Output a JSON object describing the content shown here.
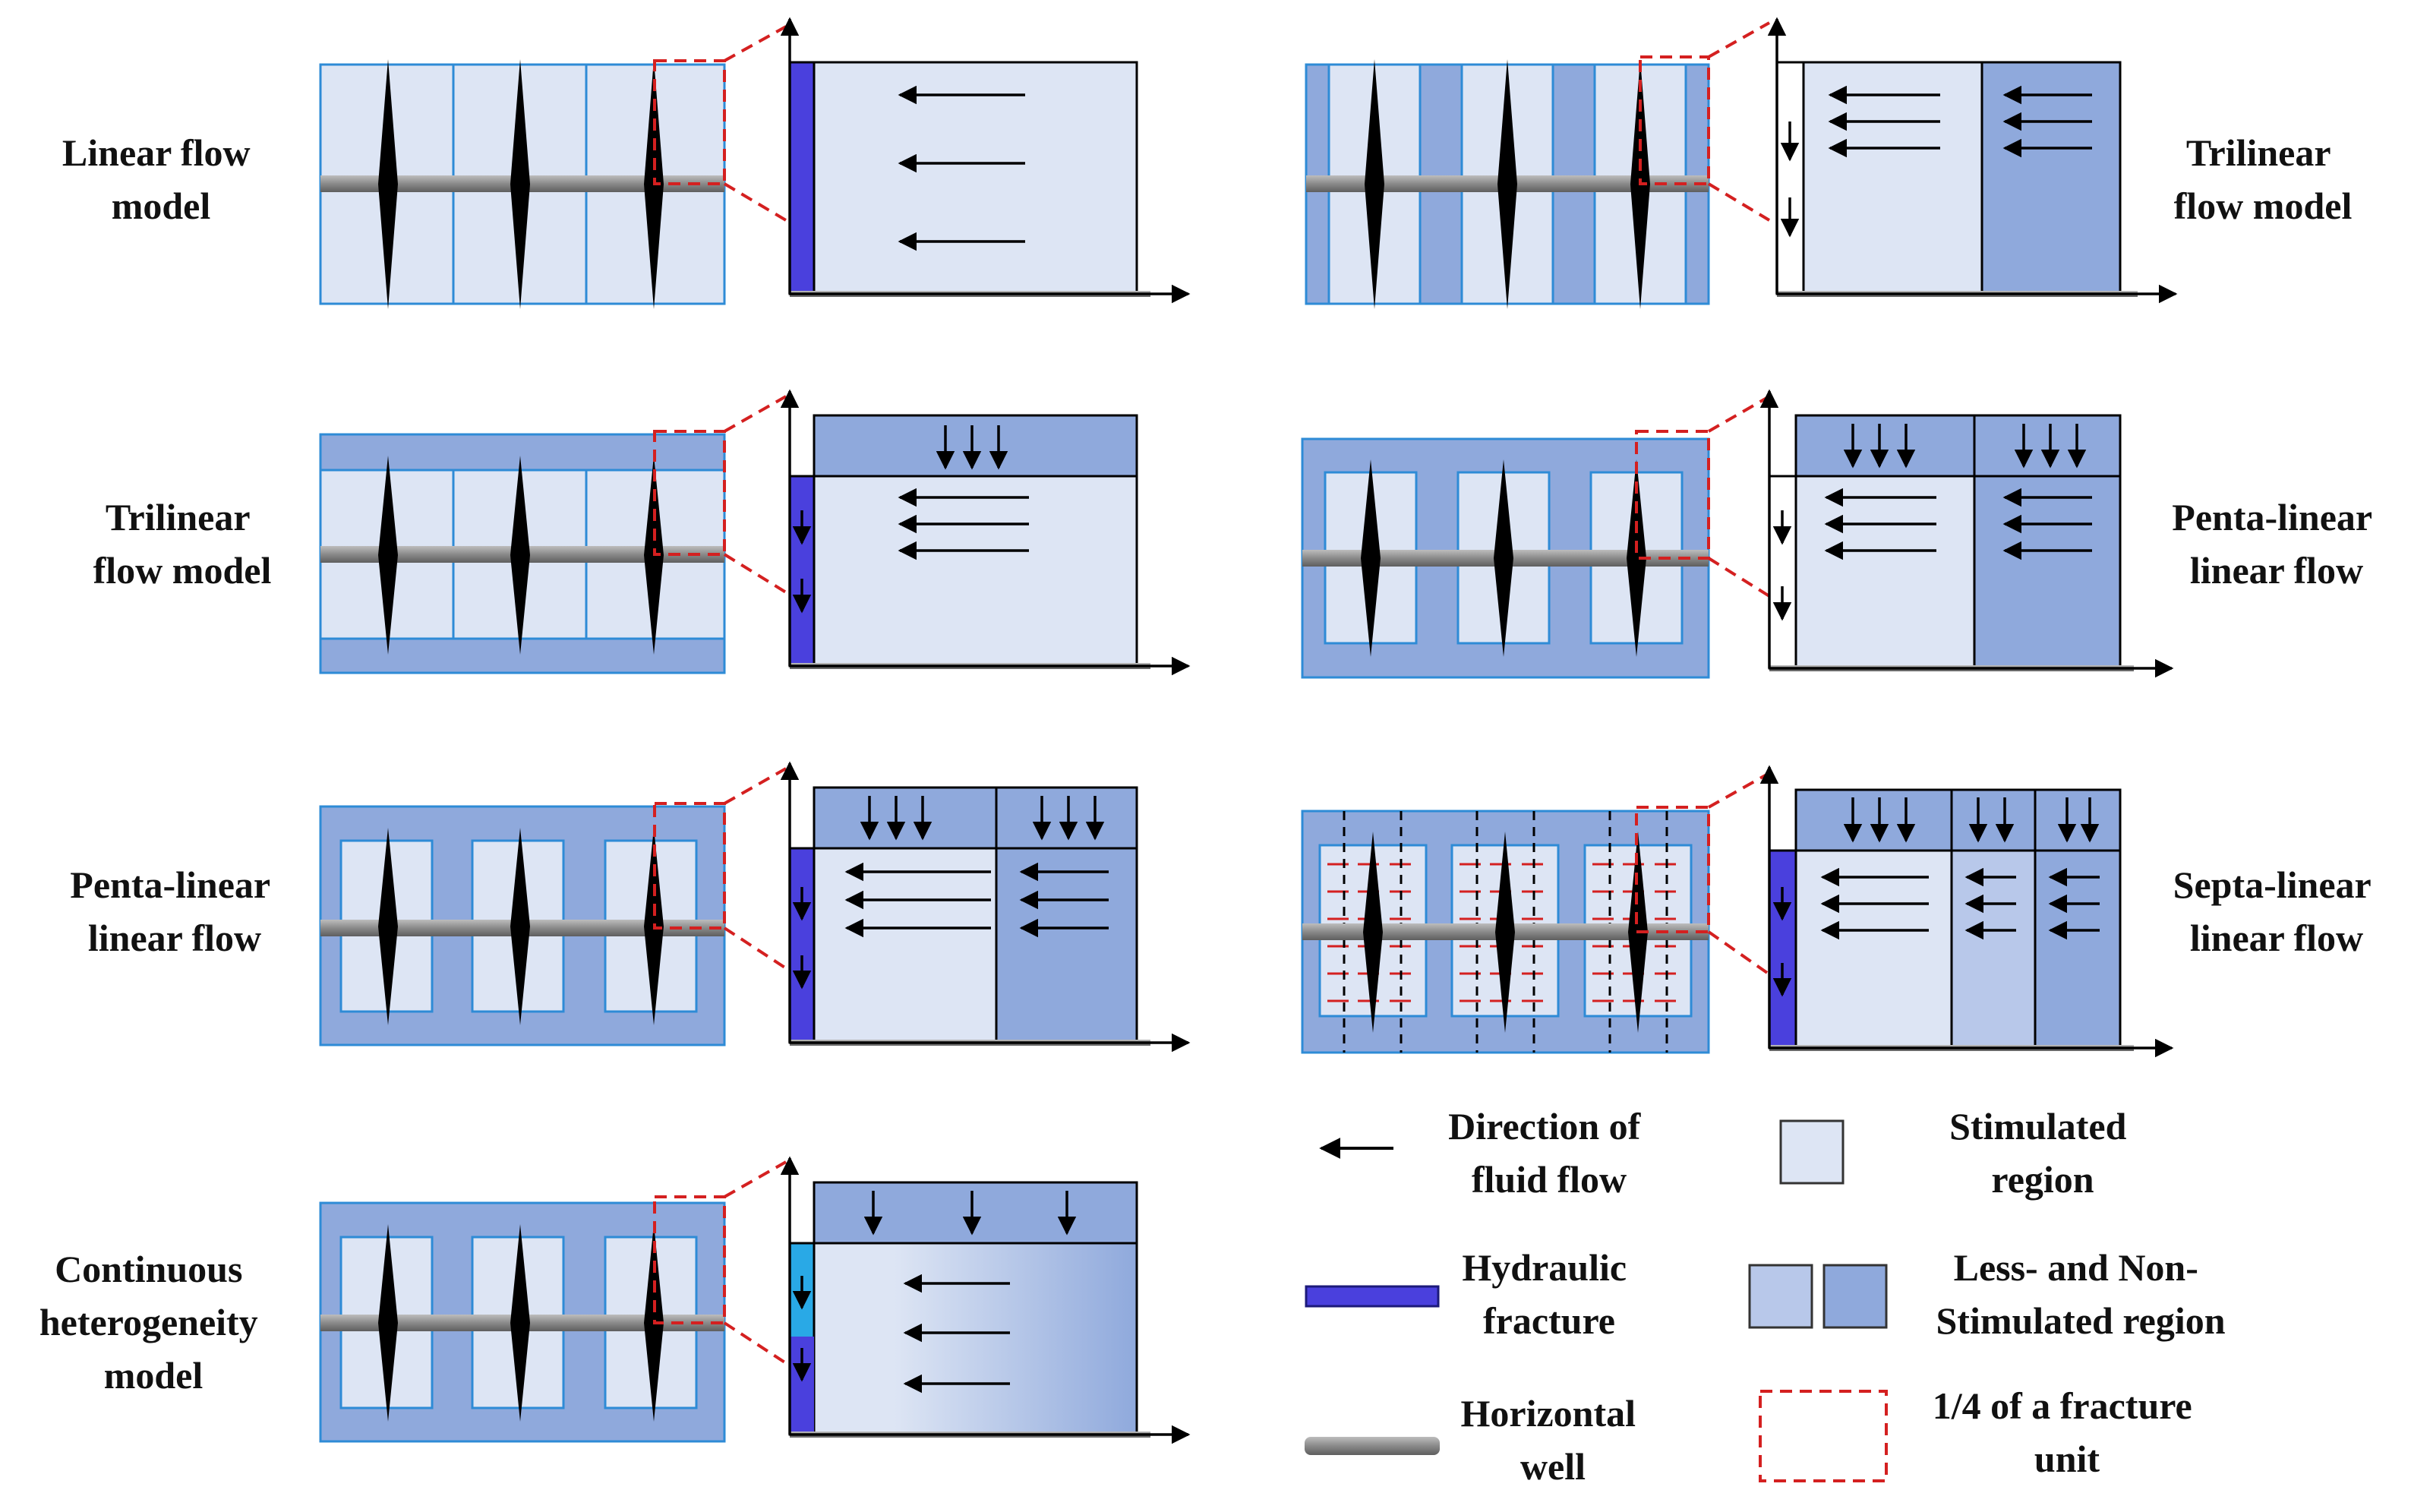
{
  "colors": {
    "stimulated": "#dde5f4",
    "less_stimulated": "#b8c8ea",
    "non_stimulated": "#8fa9dc",
    "fracture_bar": "#4a40dd",
    "fracture_bar_light": "#29a9e6",
    "well": "#8a8a8a",
    "outline": "#2e8bd6",
    "dashed": "#d42020",
    "ink": "#000000"
  },
  "panels": [
    {
      "id": "linear",
      "label_lines": [
        "Linear flow",
        "model"
      ]
    },
    {
      "id": "trilinear",
      "label_lines": [
        "Trilinear",
        "flow model"
      ]
    },
    {
      "id": "pentalinear",
      "label_lines": [
        "Penta-linear",
        "linear flow"
      ]
    },
    {
      "id": "heterogeneity",
      "label_lines": [
        "Continuous",
        "heterogeneity",
        "model"
      ]
    },
    {
      "id": "trilinear-right",
      "label_lines": [
        "Trilinear",
        "flow model"
      ]
    },
    {
      "id": "pentalinear-right",
      "label_lines": [
        "Penta-linear",
        "linear flow"
      ]
    },
    {
      "id": "septalinear",
      "label_lines": [
        "Septa-linear",
        "linear flow"
      ]
    }
  ],
  "legend": {
    "flow_direction": [
      "Direction of",
      "fluid flow"
    ],
    "stimulated": [
      "Stimulated",
      "region"
    ],
    "hydraulic_fracture": [
      "Hydraulic",
      "fracture"
    ],
    "less_non_stimulated": [
      "Less- and Non-",
      "Stimulated region"
    ],
    "horizontal_well": [
      "Horizontal",
      "well"
    ],
    "fracture_unit": [
      "1/4 of a fracture",
      "unit"
    ]
  }
}
